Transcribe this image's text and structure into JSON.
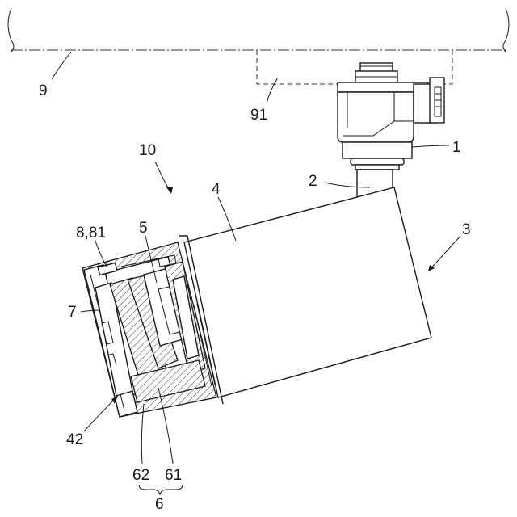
{
  "labels": {
    "ceiling": "9",
    "rail": "91",
    "adapter": "1",
    "arm": "2",
    "luminaire": "3",
    "assembly": "10",
    "housing": "4",
    "lens_unit": "5",
    "cover": "7",
    "retainer": "8,81",
    "front_opening": "42",
    "reflector_a": "62",
    "reflector_b": "61",
    "optical_group": "6"
  },
  "colors": {
    "line": "#1a1a1a",
    "background": "#ffffff"
  }
}
